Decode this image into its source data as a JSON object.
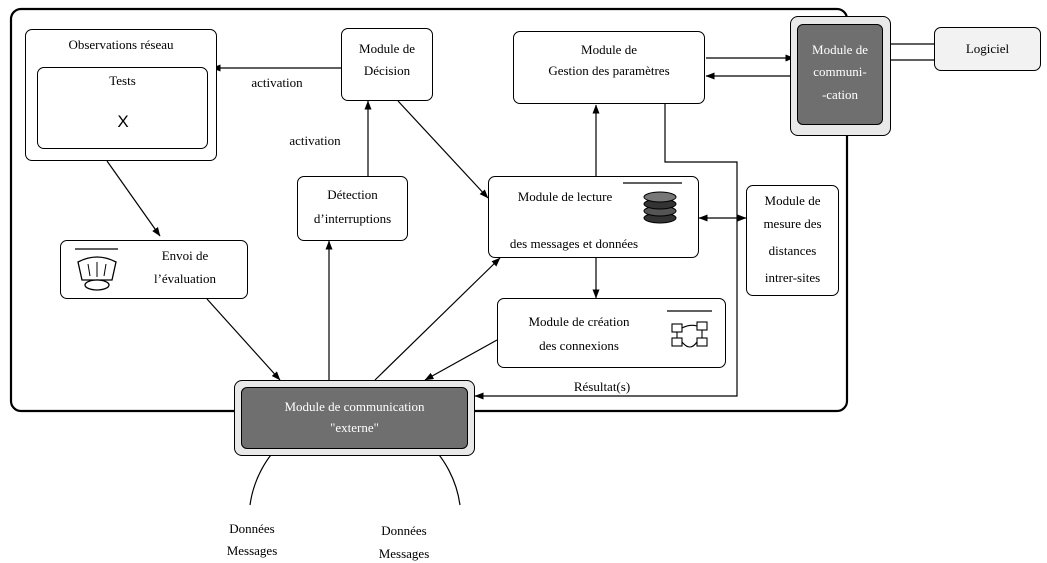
{
  "observations": {
    "title": "Observations réseau",
    "tests": "Tests",
    "times": "X"
  },
  "decision": {
    "line1": "Module de",
    "line2": "Décision"
  },
  "gestion": {
    "line1": "Module de",
    "line2": "Gestion des paramètres"
  },
  "comm_right": {
    "line1": "Module de",
    "line2": "communi-",
    "line3": "-cation"
  },
  "logiciel": "Logiciel",
  "activation1": "activation",
  "activation2": "activation",
  "detection": {
    "line1": "Détection",
    "line2": "d’interruptions"
  },
  "lecture": {
    "line1": "Module de lecture",
    "line2": "des messages et données"
  },
  "mesure": {
    "line1": "Module de",
    "line2": "mesure des",
    "line3": "distances",
    "line4": "intrer-sites"
  },
  "envoi": {
    "line1": "Envoi de",
    "line2": "l’évaluation"
  },
  "creation": {
    "line1": "Module de création",
    "line2": "des connexions"
  },
  "resultats": "Résultat(s)",
  "comm_ext": {
    "line1": "Module de communication",
    "line2": "\"externe\""
  },
  "bottom_left": {
    "line1": "Données",
    "line2": "Messages"
  },
  "bottom_right": {
    "line1": "Données",
    "line2": "Messages"
  }
}
